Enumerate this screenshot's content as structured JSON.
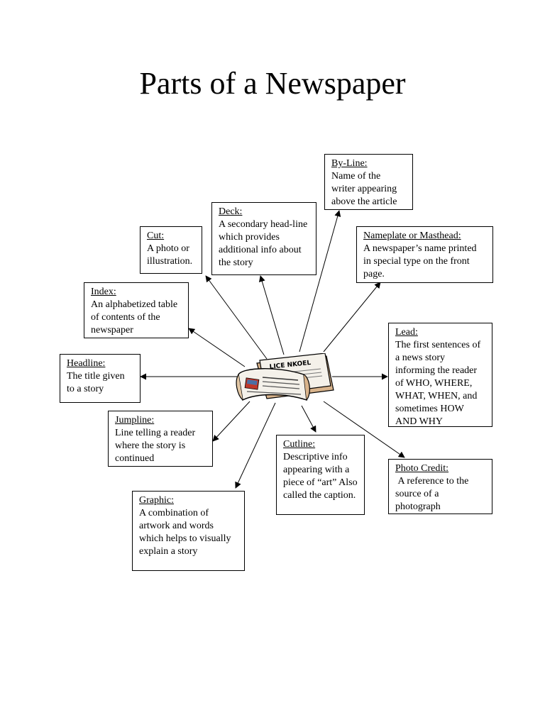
{
  "title": "Parts of a Newspaper",
  "newspaper_icon": {
    "masthead_text": "LICE NKOEL"
  },
  "parts": [
    {
      "id": "byline",
      "label": "By-Line:",
      "desc": "Name of the writer appearing above the article"
    },
    {
      "id": "deck",
      "label": "Deck:",
      "desc": "A secondary head-line which provides additional info about the story"
    },
    {
      "id": "cut",
      "label": "Cut:",
      "desc": "A photo or illustration."
    },
    {
      "id": "nameplate",
      "label": "Nameplate or Masthead:",
      "desc": "A newspaper’s name printed in special type on the front page."
    },
    {
      "id": "index",
      "label": "Index:",
      "desc": "An alphabetized table of contents of the newspaper"
    },
    {
      "id": "lead",
      "label": "Lead:",
      "desc": "The first sentences of a news story informing the reader of WHO, WHERE, WHAT, WHEN, and sometimes HOW AND WHY"
    },
    {
      "id": "headline",
      "label": "Headline:",
      "desc": "The title given to a story"
    },
    {
      "id": "jumpline",
      "label": "Jumpline:",
      "desc": "Line telling a reader where the story is continued"
    },
    {
      "id": "cutline",
      "label": "Cutline:",
      "desc": "Descriptive info appearing with a piece of “art” Also called the caption."
    },
    {
      "id": "photocredit",
      "label": "Photo Credit:",
      "desc": " A reference to the source of a photograph"
    },
    {
      "id": "graphic",
      "label": "Graphic:",
      "desc": "A combination of artwork and words which helps to visually explain a story"
    }
  ],
  "colors": {
    "ink": "#000000",
    "paper": "#f2f2ee",
    "tan": "#c8a27a",
    "accent": "#c0392b",
    "blue": "#4a6fa5"
  }
}
